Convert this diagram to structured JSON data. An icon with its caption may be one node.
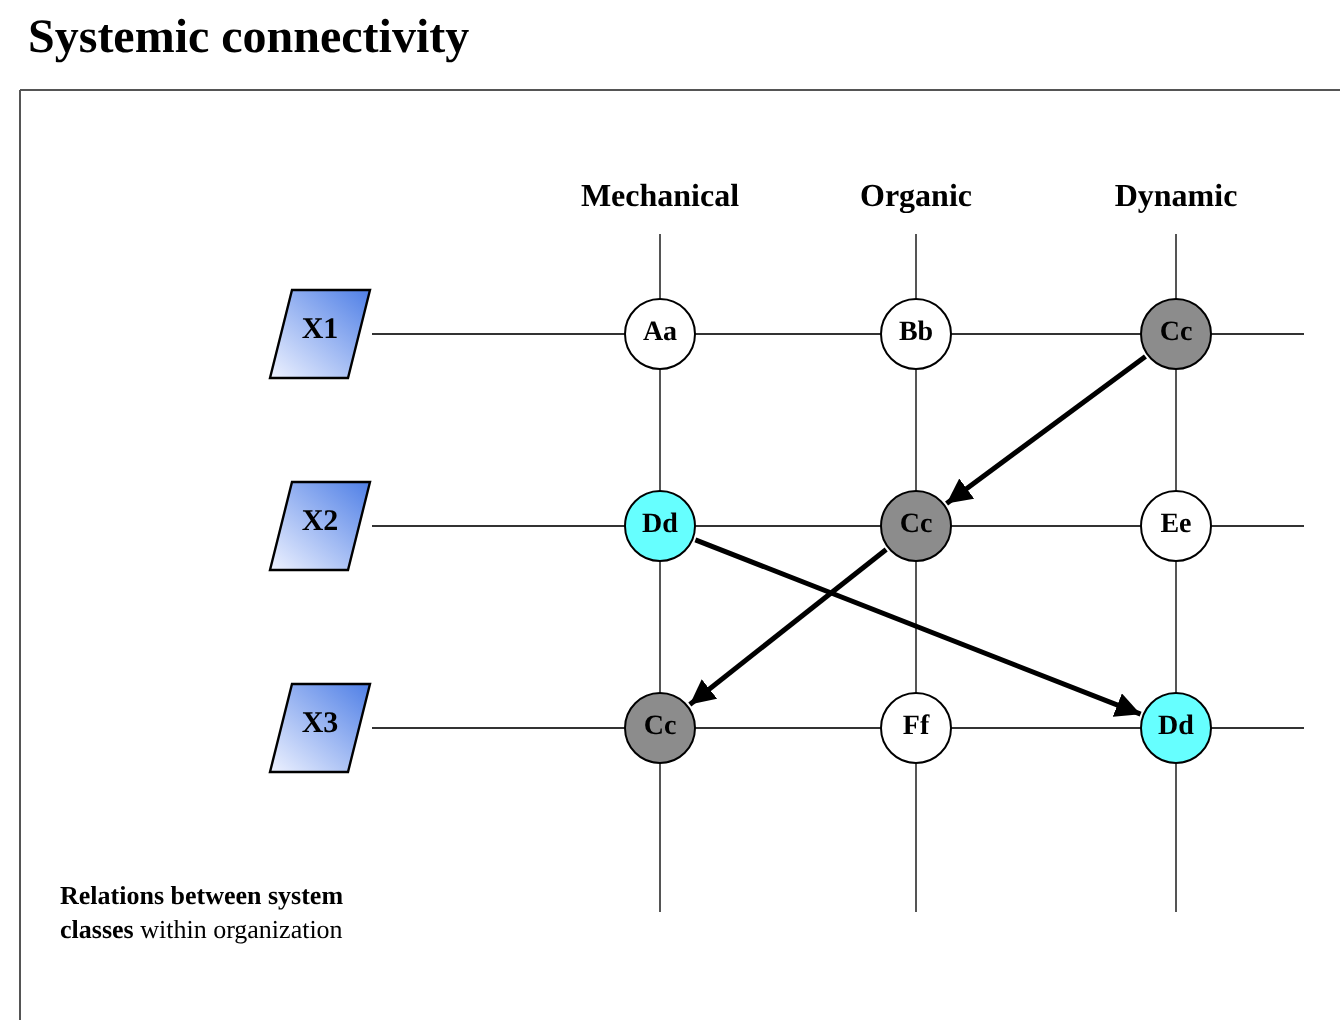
{
  "diagram": {
    "title": "Systemic connectivity",
    "nodes": [
      {
        "text": [
          "X1"
        ]
      },
      {
        "text": [
          "X2"
        ]
      },
      {
        "text": [
          "X3"
        ]
      },
      {
        "text": [
          "Aa"
        ]
      },
      {
        "text": [
          "Bb"
        ]
      },
      {
        "text": [
          "Cc"
        ]
      },
      {
        "text": [
          "Dd"
        ]
      },
      {
        "text": [
          "Cc"
        ]
      },
      {
        "text": [
          "Ee"
        ]
      },
      {
        "text": [
          "Cc"
        ]
      },
      {
        "text": [
          "Ff"
        ]
      },
      {
        "text": [
          "Dd"
        ]
      }
    ],
    "edges": [
      {
        "from": 5,
        "to": 7,
        "arrow": "to"
      },
      {
        "from": 7,
        "to": 9,
        "arrow": "to"
      },
      {
        "from": 6,
        "to": 11,
        "arrow": "to"
      }
    ],
    "labels": [
      "Mechanical",
      "Organic",
      "Dynamic",
      "**Relations between system classes** within organization"
    ]
  }
}
